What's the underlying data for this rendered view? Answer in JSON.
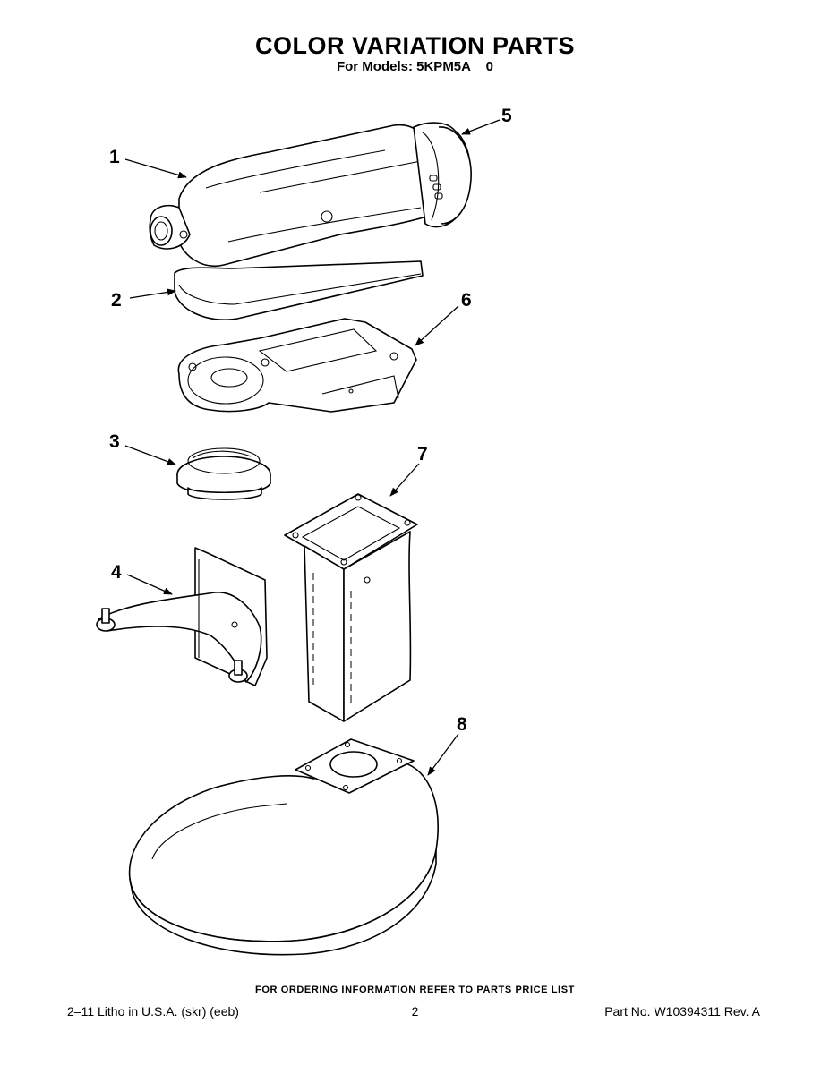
{
  "header": {
    "title": "COLOR VARIATION PARTS",
    "subtitle": "For Models: 5KPM5A__0"
  },
  "callouts": [
    {
      "id": "1",
      "label": "1"
    },
    {
      "id": "2",
      "label": "2"
    },
    {
      "id": "3",
      "label": "3"
    },
    {
      "id": "4",
      "label": "4"
    },
    {
      "id": "5",
      "label": "5"
    },
    {
      "id": "6",
      "label": "6"
    },
    {
      "id": "7",
      "label": "7"
    },
    {
      "id": "8",
      "label": "8"
    }
  ],
  "footer": {
    "ordering_note": "FOR ORDERING INFORMATION REFER TO PARTS PRICE LIST",
    "litho": "2–11 Litho in U.S.A. (skr) (eeb)",
    "page_number": "2",
    "part_number": "Part No. W10394311 Rev. A"
  },
  "colors": {
    "ink": "#000000",
    "paper": "#ffffff"
  }
}
